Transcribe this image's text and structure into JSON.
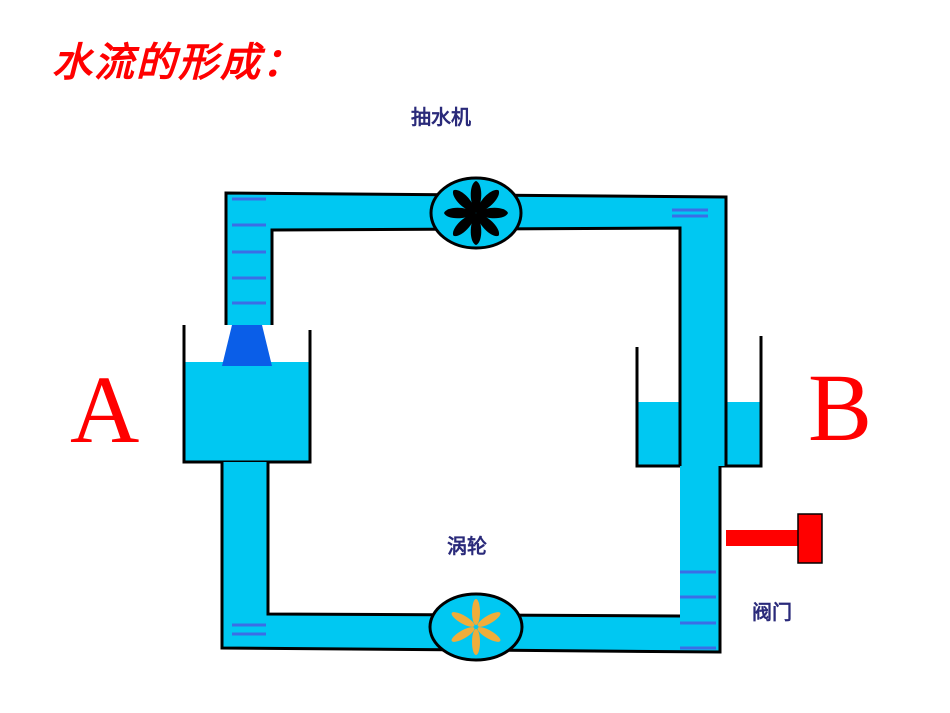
{
  "title": "水流的形成：",
  "labels": {
    "pump": "抽水机",
    "turbine": "涡轮",
    "valve": "阀门",
    "tank_a": "A",
    "tank_b": "B"
  },
  "colors": {
    "water": "#00c8f2",
    "outline": "#000000",
    "title": "#ff0000",
    "letters": "#ff0000",
    "labels": "#2a2a7a",
    "valve": "#ff0000",
    "turbine_blades": "#f0ad3a",
    "pump_blades": "#000000",
    "nozzle": "#0a5ee8",
    "level_marks": "#3b6ee6"
  }
}
